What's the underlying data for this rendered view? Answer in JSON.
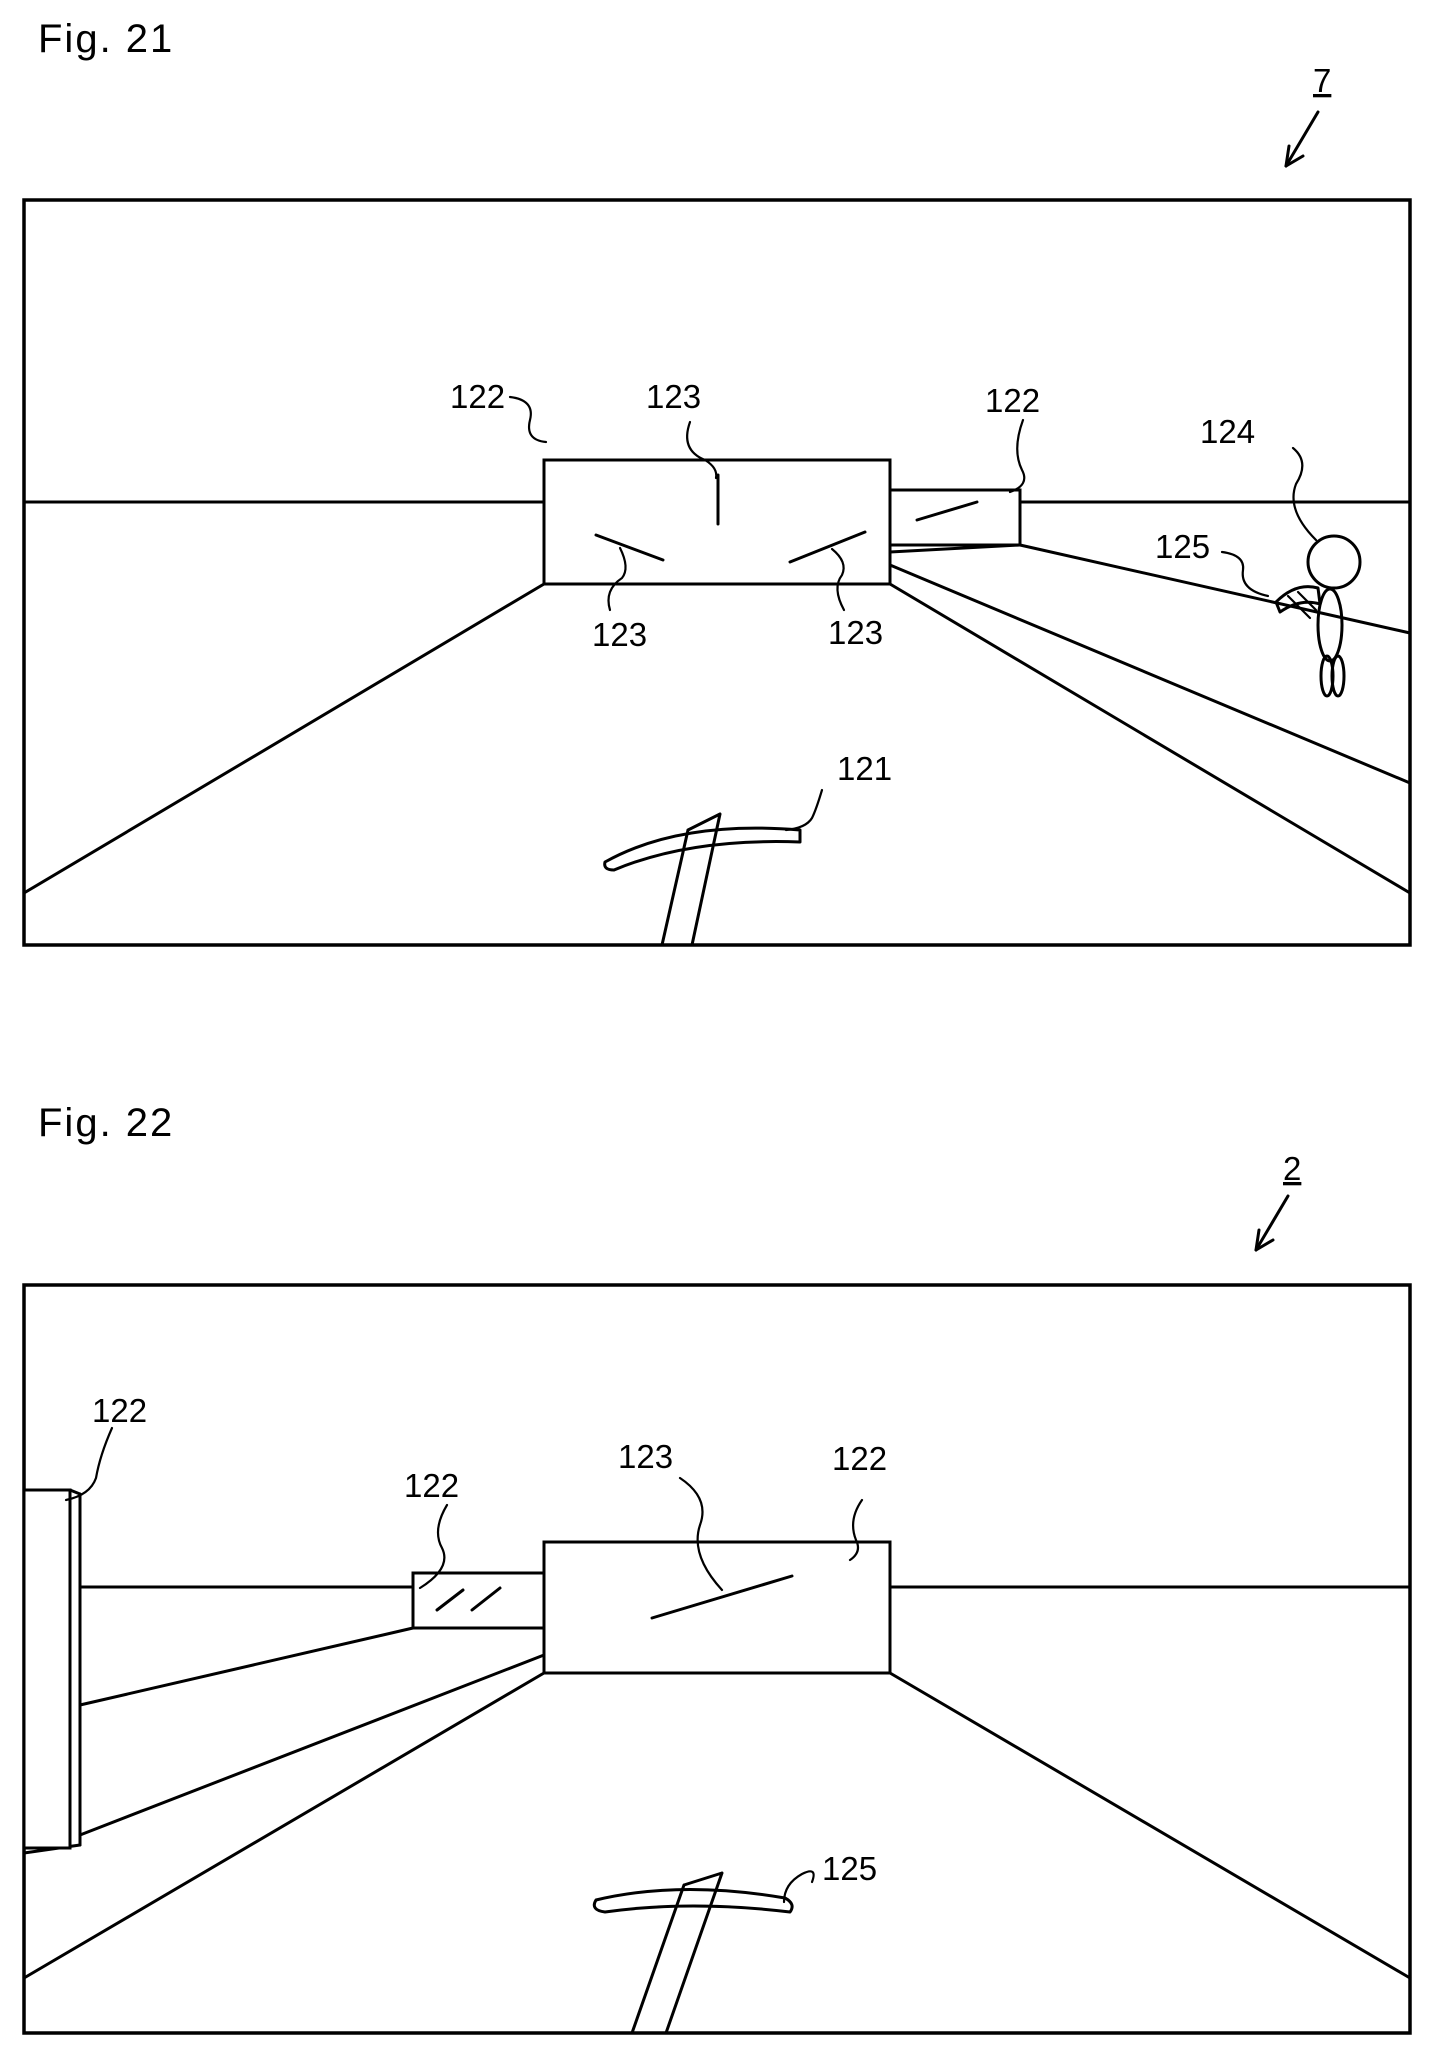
{
  "figures": [
    {
      "caption": "Fig. 21",
      "device_ref": "7",
      "refs": {
        "weapon": "121",
        "target_left": "122",
        "target_right": "122",
        "hit_top": "123",
        "hit_left": "123",
        "hit_right": "123",
        "character": "124",
        "held_weapon": "125"
      }
    },
    {
      "caption": "Fig. 22",
      "device_ref": "2",
      "refs": {
        "target_far_left": "122",
        "target_small": "122",
        "target_main": "122",
        "hit": "123",
        "weapon": "125"
      }
    }
  ]
}
